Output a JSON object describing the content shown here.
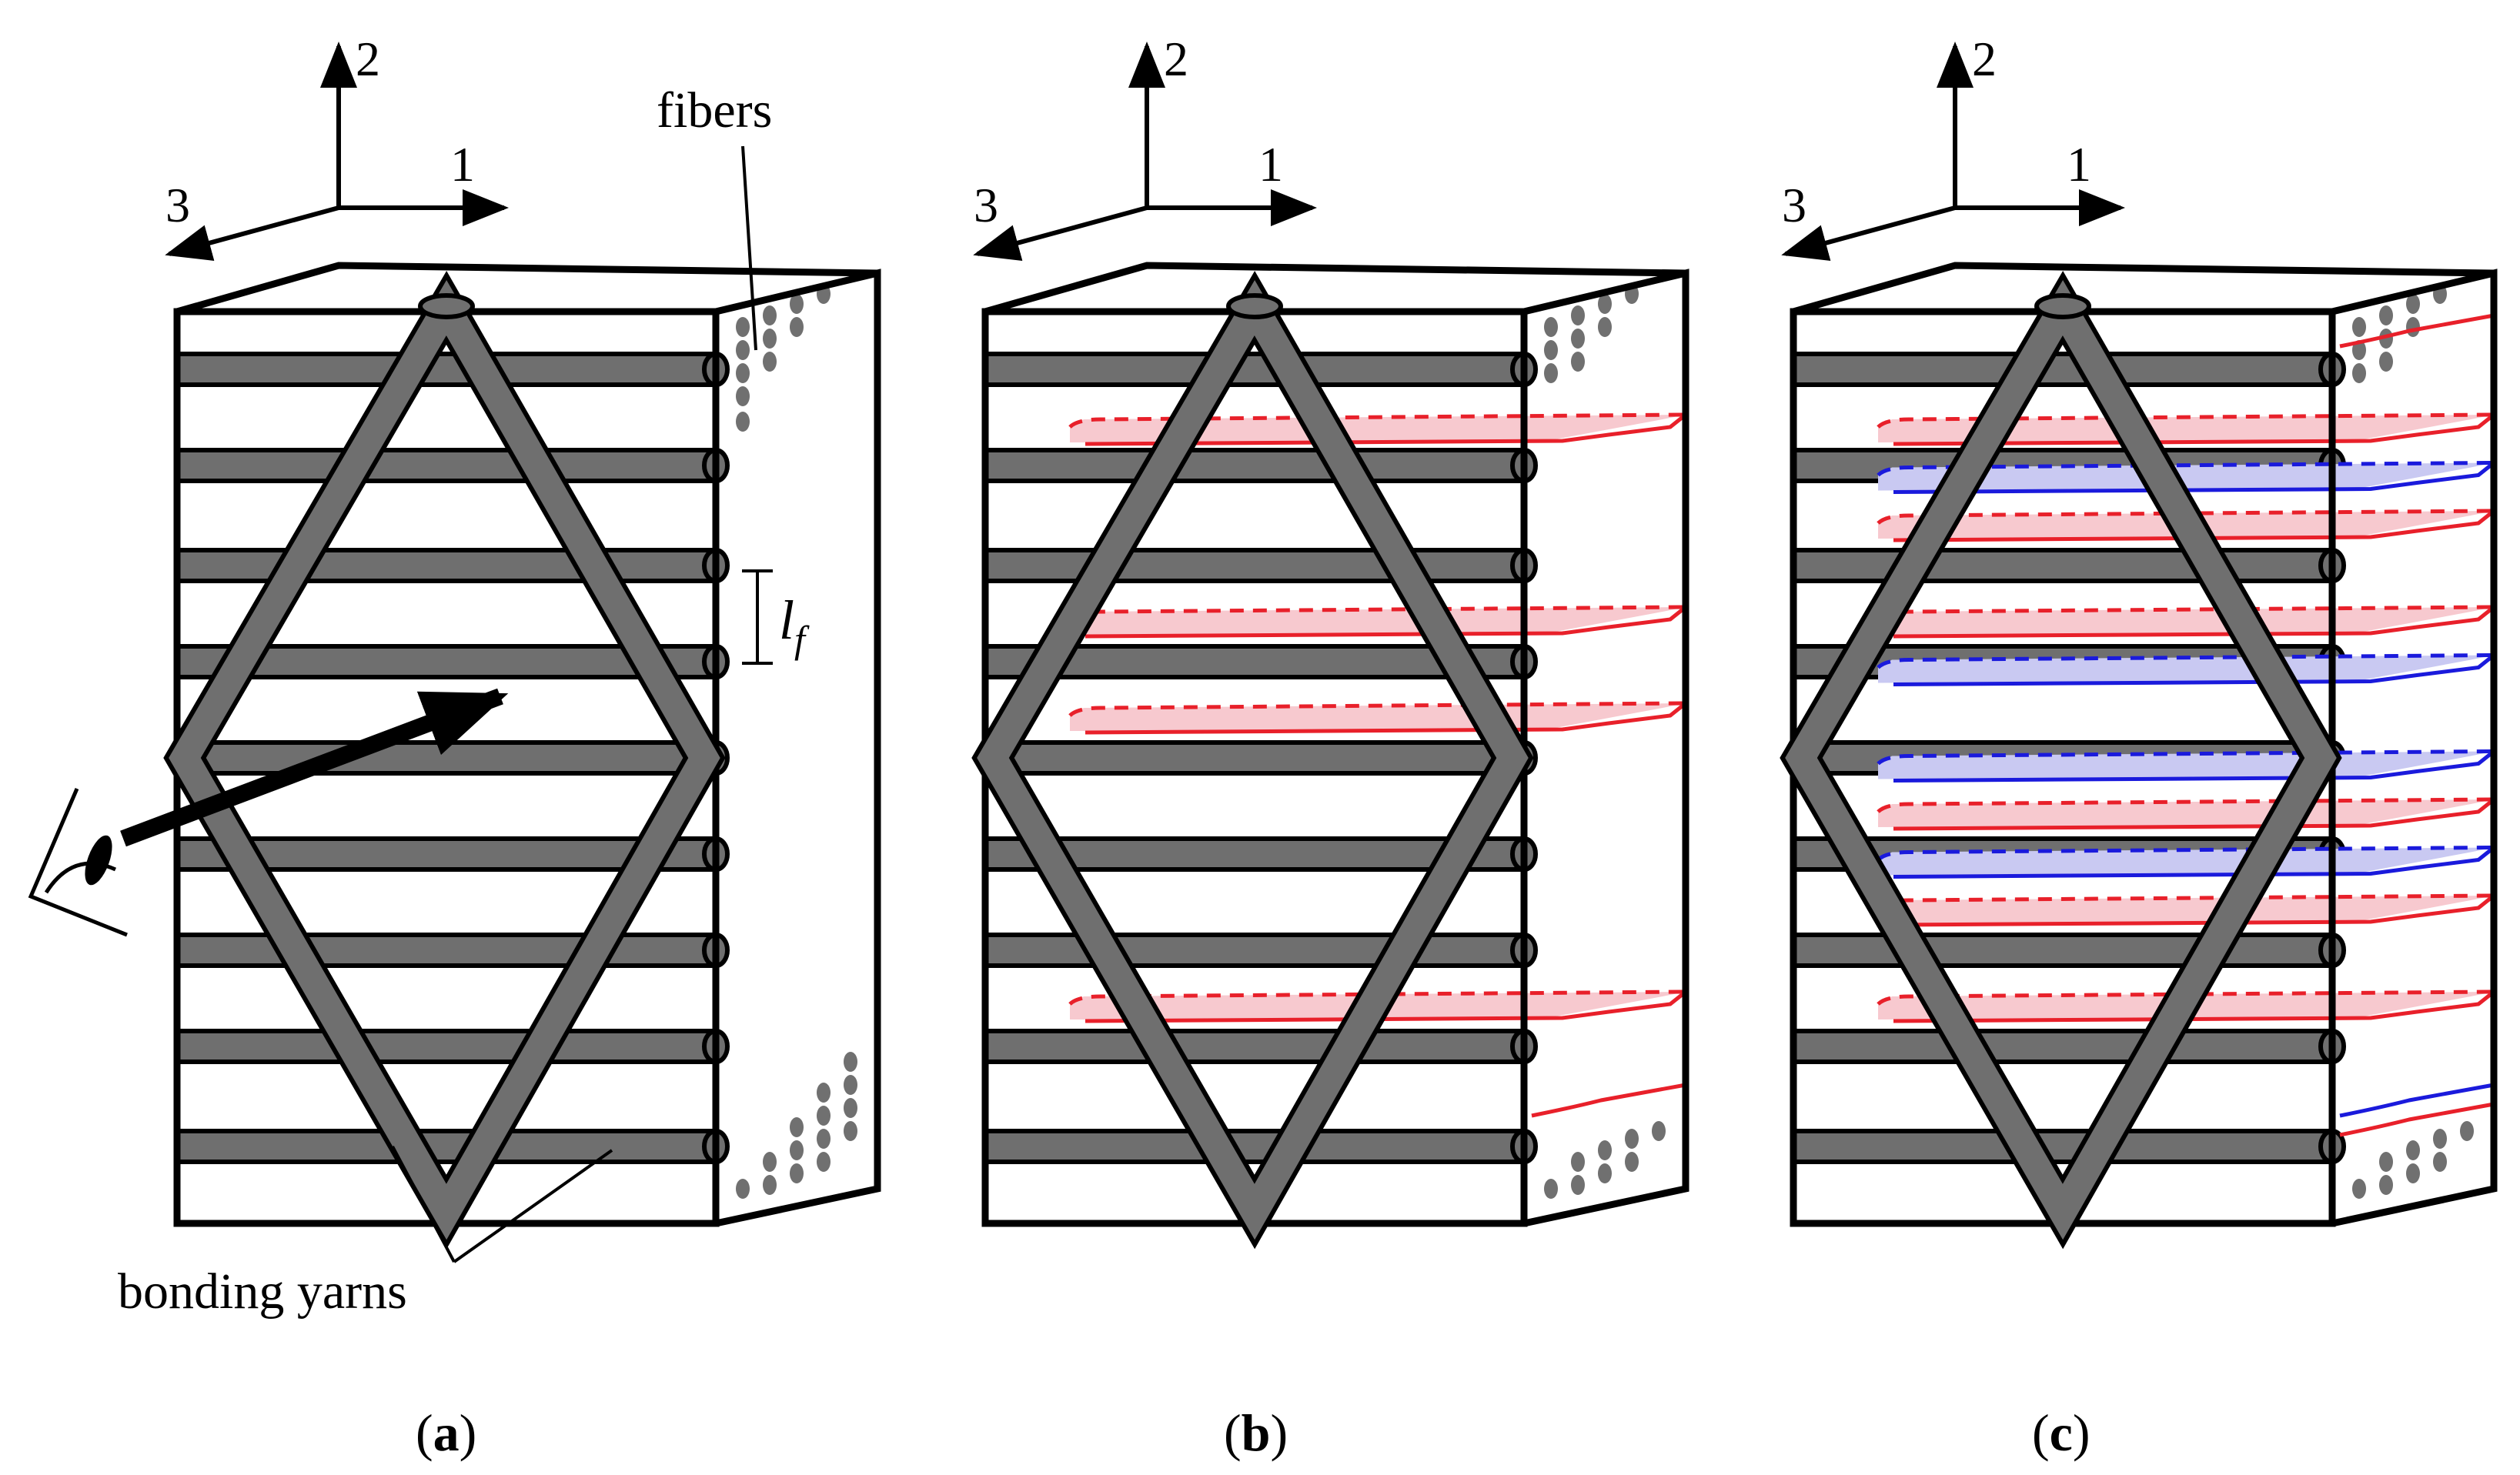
{
  "panels": [
    {
      "id": "a",
      "caption_open": "(",
      "caption_letter": "a",
      "caption_close": ")",
      "axis_2": "2",
      "axis_1": "1",
      "axis_3": "3",
      "annotations": {
        "fibers": "fibers",
        "spacing": "l",
        "spacing_sub": "f",
        "yarns": "bonding yarns"
      },
      "cracks": []
    },
    {
      "id": "b",
      "caption_open": "(",
      "caption_letter": "b",
      "caption_close": ")",
      "axis_2": "2",
      "axis_1": "1",
      "axis_3": "3",
      "cracks": [
        {
          "row": 1,
          "color": "red"
        },
        {
          "row": 3,
          "color": "red"
        },
        {
          "row": 4,
          "color": "red"
        },
        {
          "row": 7,
          "color": "red"
        },
        {
          "row": 8,
          "color": "red",
          "partial": true
        }
      ]
    },
    {
      "id": "c",
      "caption_open": "(",
      "caption_letter": "c",
      "caption_close": ")",
      "axis_2": "2",
      "axis_1": "1",
      "axis_3": "3",
      "cracks": [
        {
          "row": 0,
          "color": "red",
          "partial": true
        },
        {
          "row": 1,
          "color": "red"
        },
        {
          "row": 1.5,
          "color": "blue"
        },
        {
          "row": 2,
          "color": "red"
        },
        {
          "row": 3,
          "color": "red"
        },
        {
          "row": 3.5,
          "color": "blue"
        },
        {
          "row": 4.5,
          "color": "blue"
        },
        {
          "row": 5,
          "color": "red"
        },
        {
          "row": 5.5,
          "color": "blue"
        },
        {
          "row": 6,
          "color": "red"
        },
        {
          "row": 7,
          "color": "red"
        },
        {
          "row": 8,
          "color": "blue",
          "partial": true
        },
        {
          "row": 8.2,
          "color": "red",
          "partial": true
        }
      ]
    }
  ],
  "colors": {
    "fiber": "#6f6f6f",
    "crack_red": "#e8202a",
    "crack_blue": "#1a1adc",
    "fill_red": "#f7c9cf",
    "fill_blue": "#c9c9f2"
  }
}
